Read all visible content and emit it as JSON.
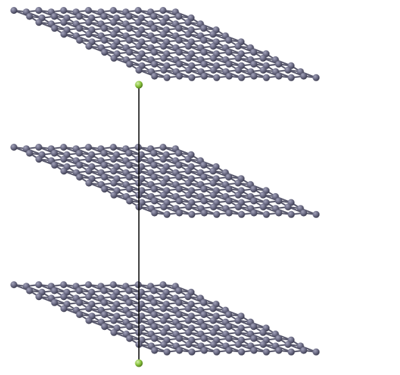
{
  "colors": {
    "background": "#ffffff",
    "atom": "#6b6b84",
    "atom_highlight": "#a4a4bb",
    "atom_shadow": "#3d3d50",
    "bond": "#5a5a6e",
    "dopant_atom": "#8cc63f",
    "dopant_highlight": "#d6efb0",
    "dopant_shadow": "#4f7a1c",
    "axis_line": "#000000"
  },
  "scene": {
    "layers": [
      {
        "name": "top-layer",
        "has_dopant_atom": true
      },
      {
        "name": "middle-layer",
        "has_dopant_atom": false
      },
      {
        "name": "bottom-layer",
        "has_dopant_atom": true
      }
    ],
    "atoms_per_row": 14,
    "rows_per_layer": 12,
    "vertical_axis_line": true
  }
}
